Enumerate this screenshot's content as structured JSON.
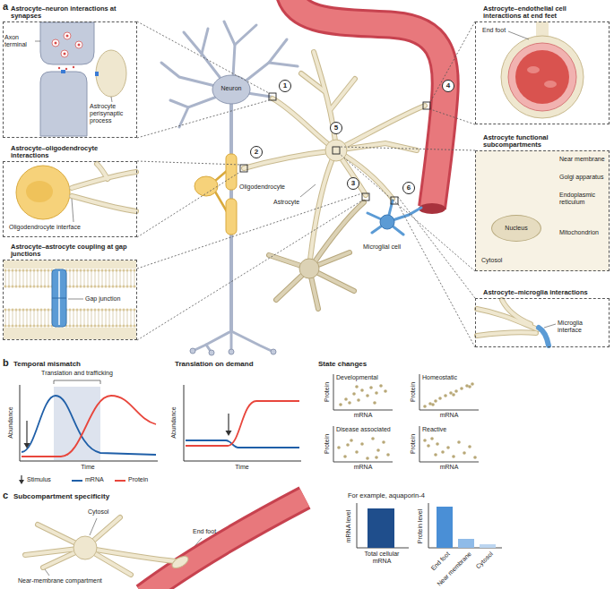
{
  "diagram": {
    "nodes": [
      {
        "text": [
          "Astrocyte–neuron interactions at synapses",
          "Axon terminal",
          "Astrocyte perisynaptic process"
        ]
      },
      {
        "text": [
          "Astrocyte–oligodendrocyte interactions",
          "Oligodendrocyte interface"
        ]
      },
      {
        "text": [
          "Astrocyte–astrocyte coupling at gap junctions",
          "Gap junction"
        ]
      },
      {
        "text": [
          "Astrocyte–endothelial cell interactions at end feet",
          "End foot"
        ]
      },
      {
        "text": [
          "Astrocyte functional subcompartments",
          "Near membrane",
          "Golgi apparatus",
          "Endoplasmic reticulum",
          "Mitochondrion",
          "Cytosol"
        ]
      },
      {
        "text": [
          "Nucleus"
        ],
        "in": 4
      },
      {
        "text": [
          "Astrocyte–microglia interactions",
          "Microglia interface"
        ]
      },
      {
        "text": [
          "1"
        ]
      },
      {
        "text": [
          "2"
        ]
      },
      {
        "text": [
          "3"
        ]
      },
      {
        "text": [
          "4"
        ]
      },
      {
        "text": [
          "5"
        ]
      },
      {
        "text": [
          "6"
        ]
      }
    ],
    "labels": [
      "a",
      "Neuron",
      "Oligodendrocyte",
      "Astrocyte",
      "Microglial cell",
      "b",
      "Temporal mismatch",
      "Translation and trafficking",
      "Abundance",
      "Time",
      "Translation on demand",
      "Abundance",
      "Time",
      "State changes",
      "Developmental",
      "Protein",
      "mRNA",
      "Homeostatic",
      "Protein",
      "mRNA",
      "Disease associated",
      "Protein",
      "mRNA",
      "Reactive",
      "Protein",
      "mRNA",
      "c",
      "Subcompartment specificity",
      "Cytosol",
      "End foot",
      "Near-membrane compartment",
      "For example, aquaporin-4",
      "mRNA level",
      "Protein level",
      "Total cellular mRNA",
      "End foot",
      "Near membrane",
      "Cytosol"
    ],
    "legend": [
      {
        "text": "Stimulus"
      },
      {
        "text": "mRNA",
        "color": "#1f5fa8"
      },
      {
        "text": "Protein",
        "color": "#e8463c"
      }
    ]
  }
}
